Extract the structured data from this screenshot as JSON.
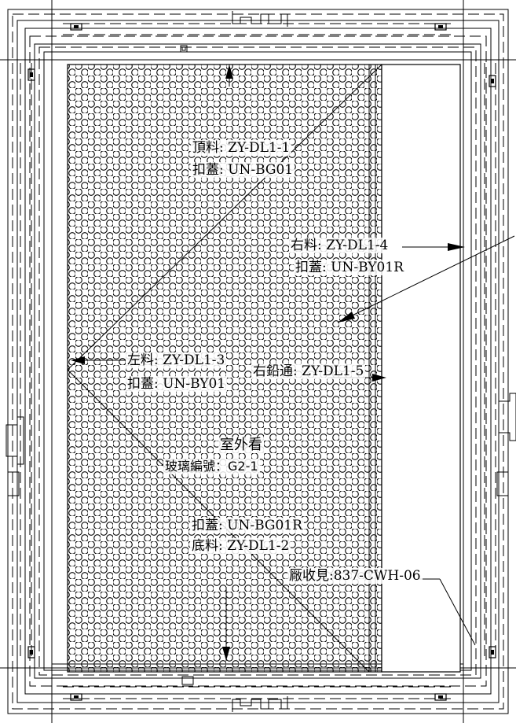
{
  "labels": {
    "top_material": "頂料: ZY-DL1-1",
    "top_cap": "扣蓋: UN-BG01",
    "right_material": "右料: ZY-DL1-4",
    "right_cap": "扣蓋: UN-BY01R",
    "left_material": "左料: ZY-DL1-3",
    "left_cap": "扣蓋: UN-BY01",
    "right_mullion": "右鉛通: ZY-DL1-5",
    "view_note": "室外看",
    "glass_no": "玻璃編號：G2-1",
    "bottom_cap": "扣蓋: UN-BG01R",
    "bottom_material": "底料: ZY-DL1-2",
    "edge_trim": "厰收見:837-CWH-06"
  },
  "colors": {
    "line": "#000000",
    "background": "#ffffff"
  }
}
